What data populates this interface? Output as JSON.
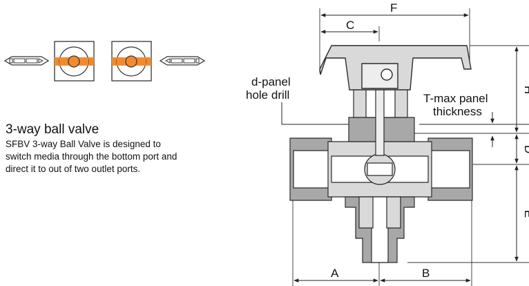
{
  "product": {
    "title": "3-way ball valve",
    "description_lines": [
      "SFBV 3-way Ball Valve is designed to",
      "switch media through the bottom port and",
      "direct it to out of two outlet ports."
    ]
  },
  "callouts": {
    "d_panel": [
      "d-panel",
      "hole drill"
    ],
    "t_max": [
      "T-max panel",
      "thickness"
    ]
  },
  "dimensions": {
    "F": "F",
    "C": "C",
    "A": "A",
    "B": "B",
    "H": "H",
    "D": "D",
    "E": "E"
  },
  "colors": {
    "orange": "#f28a30",
    "body_fill": "#d9d9d9",
    "body_dark": "#a8a8a8",
    "outline": "#2a2a2a"
  }
}
